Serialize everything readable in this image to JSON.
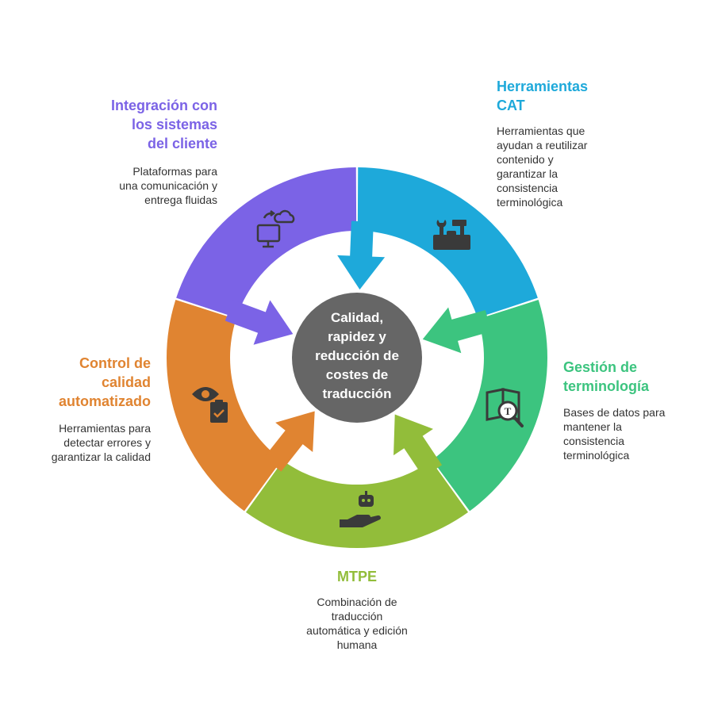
{
  "center": {
    "text": "Calidad,\nrapidez y\nreducción de\ncostes de\ntraducción",
    "color": "#666666"
  },
  "segments": [
    {
      "id": "cat",
      "title": "Herramientas\nCAT",
      "description": "Herramientas que\nayudan a reutilizar\ncontenido y\ngarantizar la\nconsistencia\nterminológica",
      "color": "#1ea9da",
      "icon": "toolbox-icon"
    },
    {
      "id": "terminologia",
      "title": "Gestión de\nterminología",
      "description": "Bases de datos para\nmantener la\nconsistencia\nterminológica",
      "color": "#3cc47f",
      "icon": "book-search-icon"
    },
    {
      "id": "mtpe",
      "title": "MTPE",
      "description": "Combinación de\ntraducción\nautomática y edición\nhumana",
      "color": "#92bd3a",
      "icon": "robot-hand-icon"
    },
    {
      "id": "calidad",
      "title": "Control de\ncalidad\nautomatizado",
      "description": "Herramientas para\ndetectar errores y\ngarantizar la calidad",
      "color": "#e08431",
      "icon": "eye-clipboard-icon"
    },
    {
      "id": "integracion",
      "title": "Integración con\nlos sistemas\ndel cliente",
      "description": "Plataformas para\nuna comunicación y\nentrega fluidas",
      "color": "#7b63e6",
      "icon": "monitor-cloud-icon"
    }
  ]
}
